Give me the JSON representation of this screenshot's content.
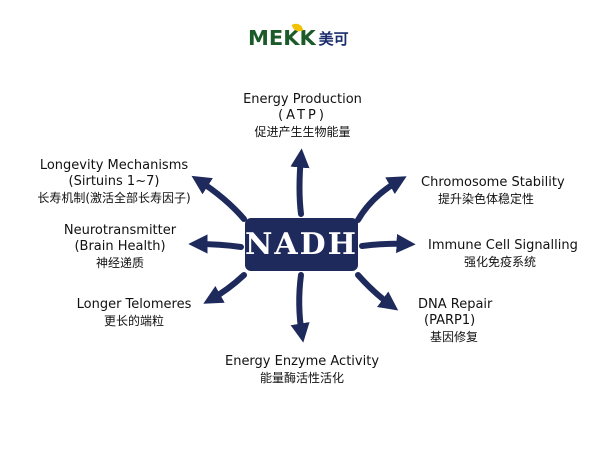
{
  "logo": {
    "latin": "MEKK",
    "cjk": "美可"
  },
  "center": {
    "label": "NADH"
  },
  "nodes": [
    {
      "id": "energy-production",
      "en": "Energy Production",
      "sub": "(ATP)",
      "zh": "促进产生生物能量"
    },
    {
      "id": "chromosome-stability",
      "en": "Chromosome Stability",
      "zh": "提升染色体稳定性"
    },
    {
      "id": "immune-cell-signalling",
      "en": "Immune Cell Signalling",
      "zh": "强化免疫系统"
    },
    {
      "id": "dna-repair",
      "en": "DNA Repair",
      "sub": "(PARP1)",
      "zh": "基因修复"
    },
    {
      "id": "energy-enzyme-activity",
      "en": "Energy Enzyme Activity",
      "zh": "能量酶活性活化"
    },
    {
      "id": "longer-telomeres",
      "en": "Longer Telomeres",
      "zh": "更长的端粒"
    },
    {
      "id": "neurotransmitter",
      "en": "Neurotransmitter",
      "sub": "(Brain Health)",
      "zh": "神经递质"
    },
    {
      "id": "longevity-mechanisms",
      "en": "Longevity Mechanisms",
      "sub": "(Sirtuins 1~7)",
      "zh": "长寿机制(激活全部长寿因子)"
    }
  ],
  "colors": {
    "arrow": "#1e2a5c",
    "box": "#1e2a5c",
    "logo_green": "#1d5a2a",
    "logo_yellow": "#f2c200",
    "logo_cjk": "#1a2c6b"
  }
}
